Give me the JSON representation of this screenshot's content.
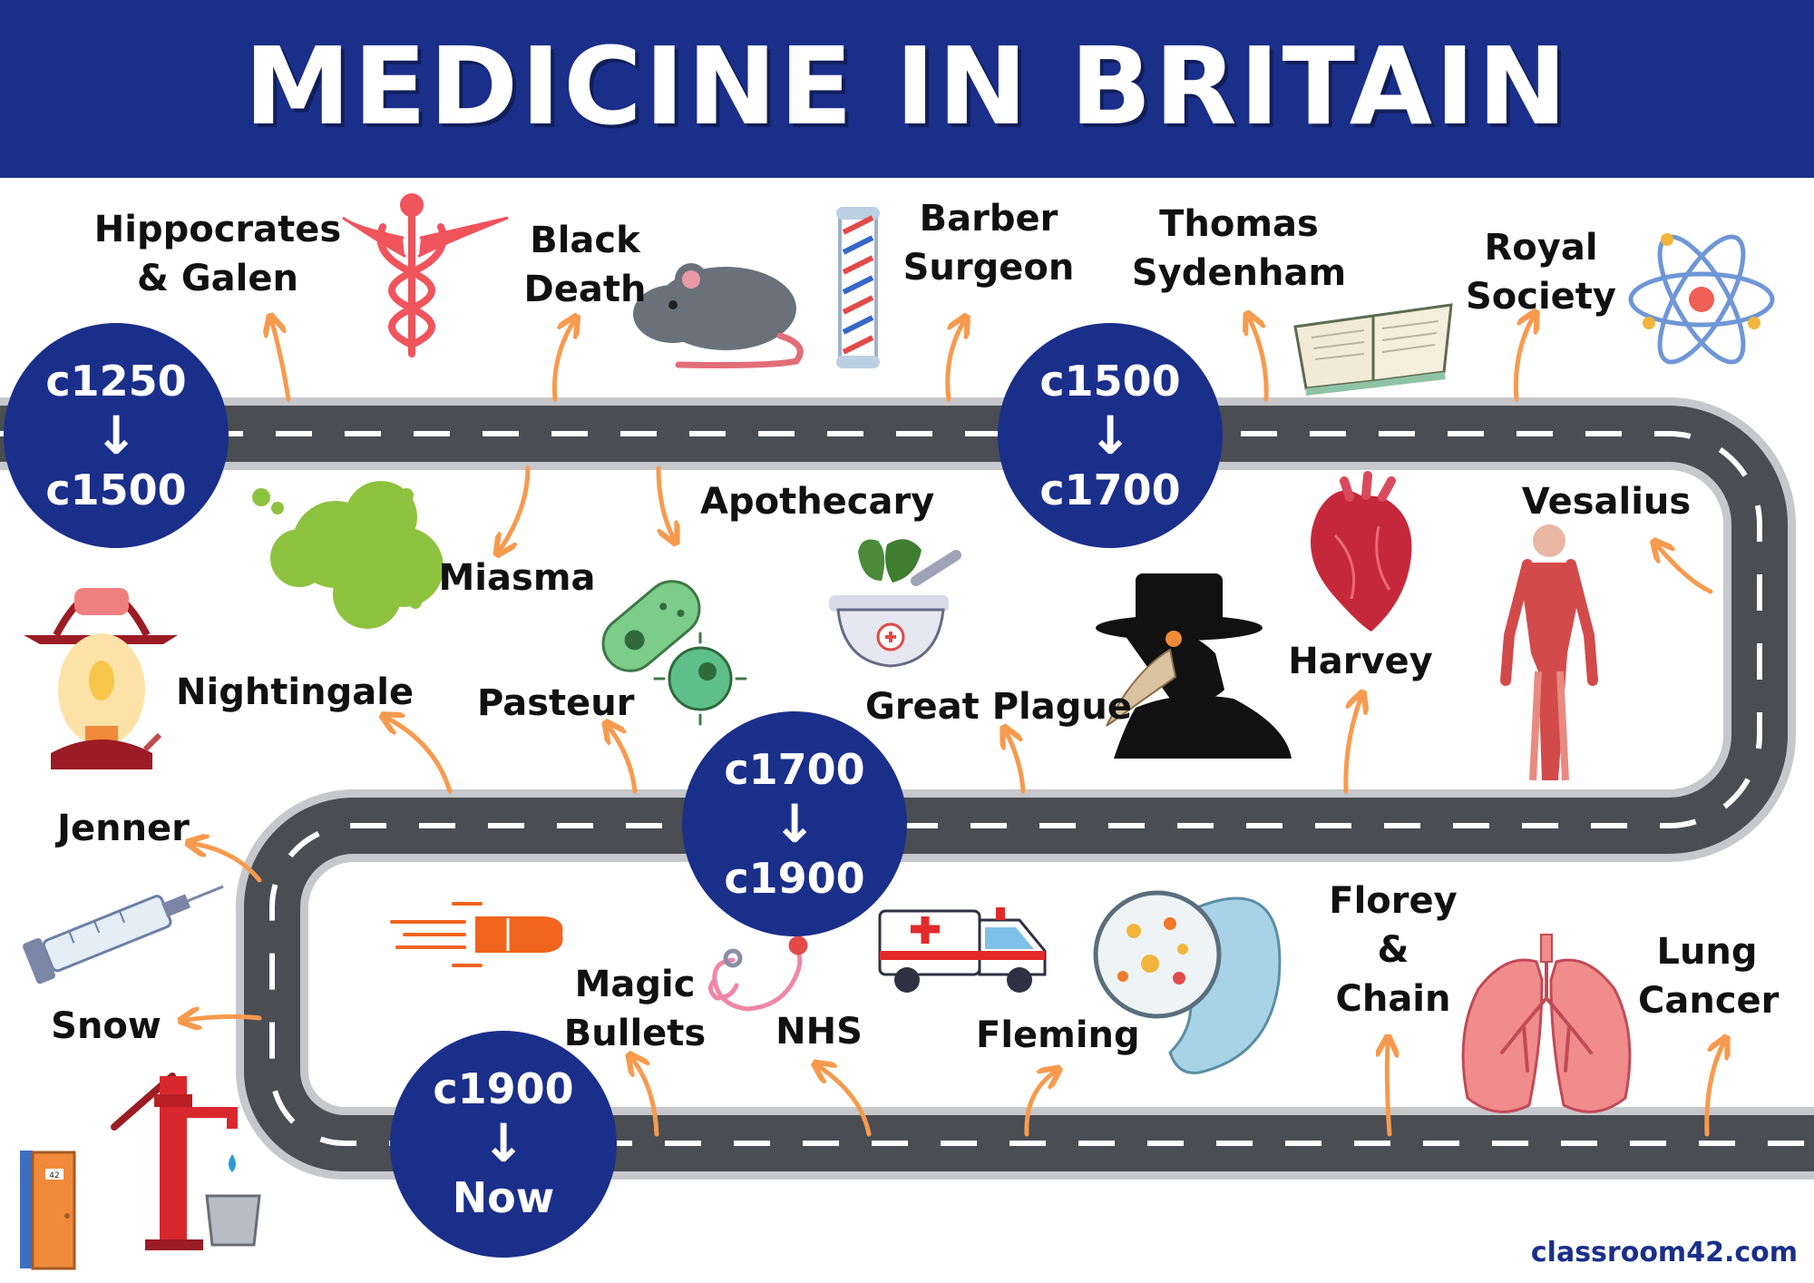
{
  "title": "MEDICINE IN BRITAIN",
  "footer": "classroom42.com",
  "colors": {
    "header": "#1a2f8a",
    "road": "#4a4d52",
    "road_edge": "#c6c8cc",
    "arrow": "#f79a4e"
  },
  "eras": [
    {
      "from": "c1250",
      "to": "c1500"
    },
    {
      "from": "c1500",
      "to": "c1700"
    },
    {
      "from": "c1700",
      "to": "c1900"
    },
    {
      "from": "c1900",
      "to": "Now"
    }
  ],
  "era_arrow": "↓",
  "labels": {
    "hippocrates_galen": [
      "Hippocrates",
      "& Galen"
    ],
    "black_death": [
      "Black",
      "Death"
    ],
    "barber_surgeon": [
      "Barber",
      "Surgeon"
    ],
    "thomas_sydenham": [
      "Thomas",
      "Sydenham"
    ],
    "royal_society": [
      "Royal",
      "Society"
    ],
    "miasma": [
      "Miasma"
    ],
    "apothecary": [
      "Apothecary"
    ],
    "vesalius": [
      "Vesalius"
    ],
    "harvey": [
      "Harvey"
    ],
    "nightingale": [
      "Nightingale"
    ],
    "pasteur": [
      "Pasteur"
    ],
    "great_plague": [
      "Great Plague"
    ],
    "jenner": [
      "Jenner"
    ],
    "snow": [
      "Snow"
    ],
    "magic_bullets": [
      "Magic",
      "Bullets"
    ],
    "nhs": [
      "NHS"
    ],
    "fleming": [
      "Fleming"
    ],
    "florey_chain": [
      "Florey",
      "&",
      "Chain"
    ],
    "lung_cancer": [
      "Lung",
      "Cancer"
    ]
  },
  "icons": [
    "caduceus-icon",
    "rat-icon",
    "barber-pole-icon",
    "open-book-icon",
    "atom-icon",
    "miasma-cloud-icon",
    "mortar-pestle-icon",
    "heart-icon",
    "anatomy-body-icon",
    "plague-doctor-icon",
    "bacteria-icon",
    "oil-lamp-icon",
    "syringe-icon",
    "water-pump-icon",
    "door-42-icon",
    "bullet-icon",
    "stethoscope-icon",
    "ambulance-icon",
    "petri-dish-icon",
    "lungs-icon"
  ]
}
